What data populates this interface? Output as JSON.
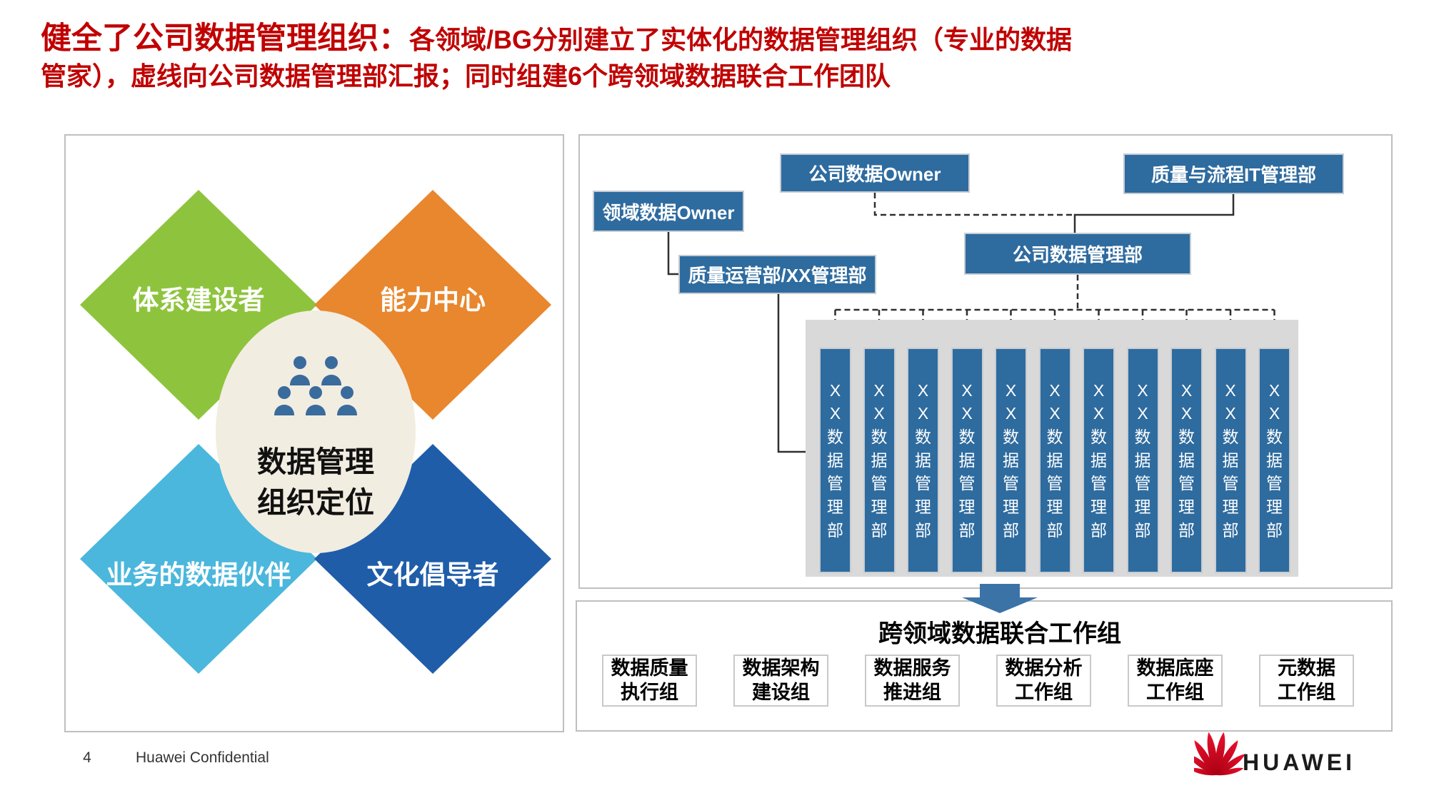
{
  "title": {
    "lead": "健全了公司数据管理组织：",
    "rest": "各领域/BG分别建立了实体化的数据管理组织（专业的数据管家），虚线向公司数据管理部汇报；同时组建6个跨领域数据联合工作团队"
  },
  "positioning_diagram": {
    "diamonds": [
      {
        "label": "体系建设者",
        "color": "#8EC43D"
      },
      {
        "label": "能力中心",
        "color": "#E8872E"
      },
      {
        "label": "业务的数据伙伴",
        "color": "#4BB7DC"
      },
      {
        "label": "文化倡导者",
        "color": "#1F5DA9"
      }
    ],
    "center": {
      "line1": "数据管理",
      "line2": "组织定位"
    }
  },
  "org_chart": {
    "boxes": {
      "domain_owner": "领域数据Owner",
      "company_owner": "公司数据Owner",
      "quality_it": "质量与流程IT管理部",
      "quality_ops": "质量运营部/XX管理部",
      "company_dmd": "公司数据管理部"
    },
    "dept_bar_label": "XX数据管理部",
    "dept_bar_count": 11
  },
  "joint_teams": {
    "title": "跨领域数据联合工作组",
    "groups": [
      {
        "line1": "数据质量",
        "line2": "执行组"
      },
      {
        "line1": "数据架构",
        "line2": "建设组"
      },
      {
        "line1": "数据服务",
        "line2": "推进组"
      },
      {
        "line1": "数据分析",
        "line2": "工作组"
      },
      {
        "line1": "数据底座",
        "line2": "工作组"
      },
      {
        "line1": "元数据",
        "line2": "工作组"
      }
    ]
  },
  "footer": {
    "page": "4",
    "confidential": "Huawei Confidential",
    "brand": "HUAWEI"
  },
  "colors": {
    "title_red": "#C00000",
    "box_blue": "#2E6B9F",
    "bar_container_gray": "#D9D9D9",
    "arrow_blue": "#3B73A6",
    "diamond_green": "#8EC43D",
    "diamond_orange": "#E8872E",
    "diamond_lightblue": "#4BB7DC",
    "diamond_darkblue": "#1F5DA9",
    "circle_cream": "#F2EDE1",
    "people_blue": "#3A6B9D",
    "huawei_red": "#D0021B"
  }
}
